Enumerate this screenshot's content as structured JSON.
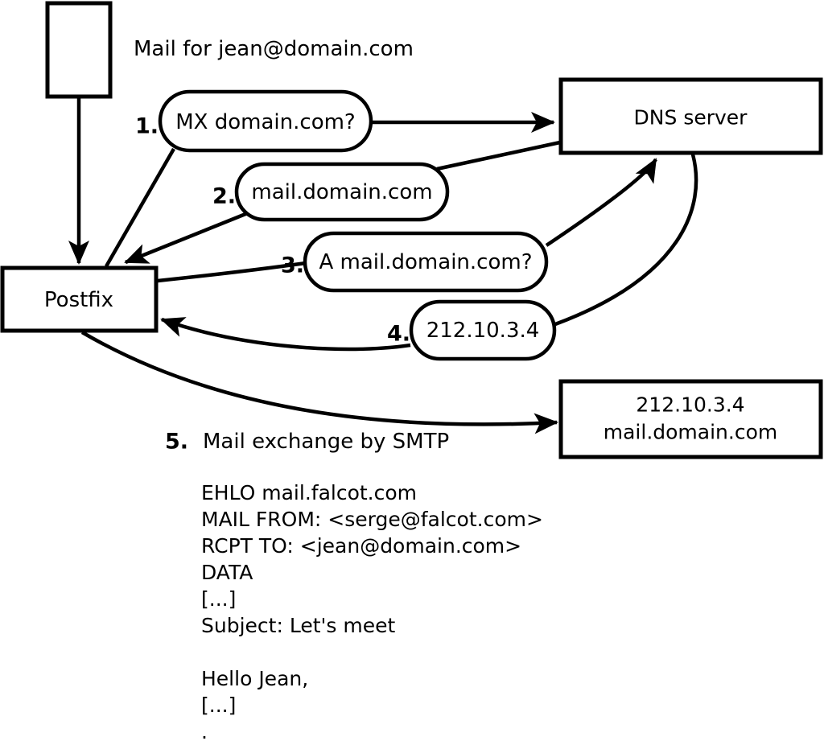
{
  "colors": {
    "ink": "#000000",
    "background": "#ffffff"
  },
  "title": "Mail for jean@domain.com",
  "nodes": {
    "postfix": {
      "label": "Postfix"
    },
    "dns": {
      "label": "DNS server"
    },
    "mail_server": {
      "line1": "212.10.3.4",
      "line2": "mail.domain.com"
    }
  },
  "steps": [
    {
      "number": "1.",
      "label": "MX domain.com?"
    },
    {
      "number": "2.",
      "label": "mail.domain.com"
    },
    {
      "number": "3.",
      "label": "A mail.domain.com?"
    },
    {
      "number": "4.",
      "label": "212.10.3.4"
    },
    {
      "number": "5.",
      "label": "Mail exchange by SMTP"
    }
  ],
  "smtp_session": {
    "lines": [
      "EHLO mail.falcot.com",
      "MAIL FROM: <serge@falcot.com>",
      "RCPT TO: <jean@domain.com>",
      "DATA",
      "[...]",
      "Subject: Let's meet",
      "",
      "Hello Jean,",
      "[...]",
      "."
    ]
  }
}
